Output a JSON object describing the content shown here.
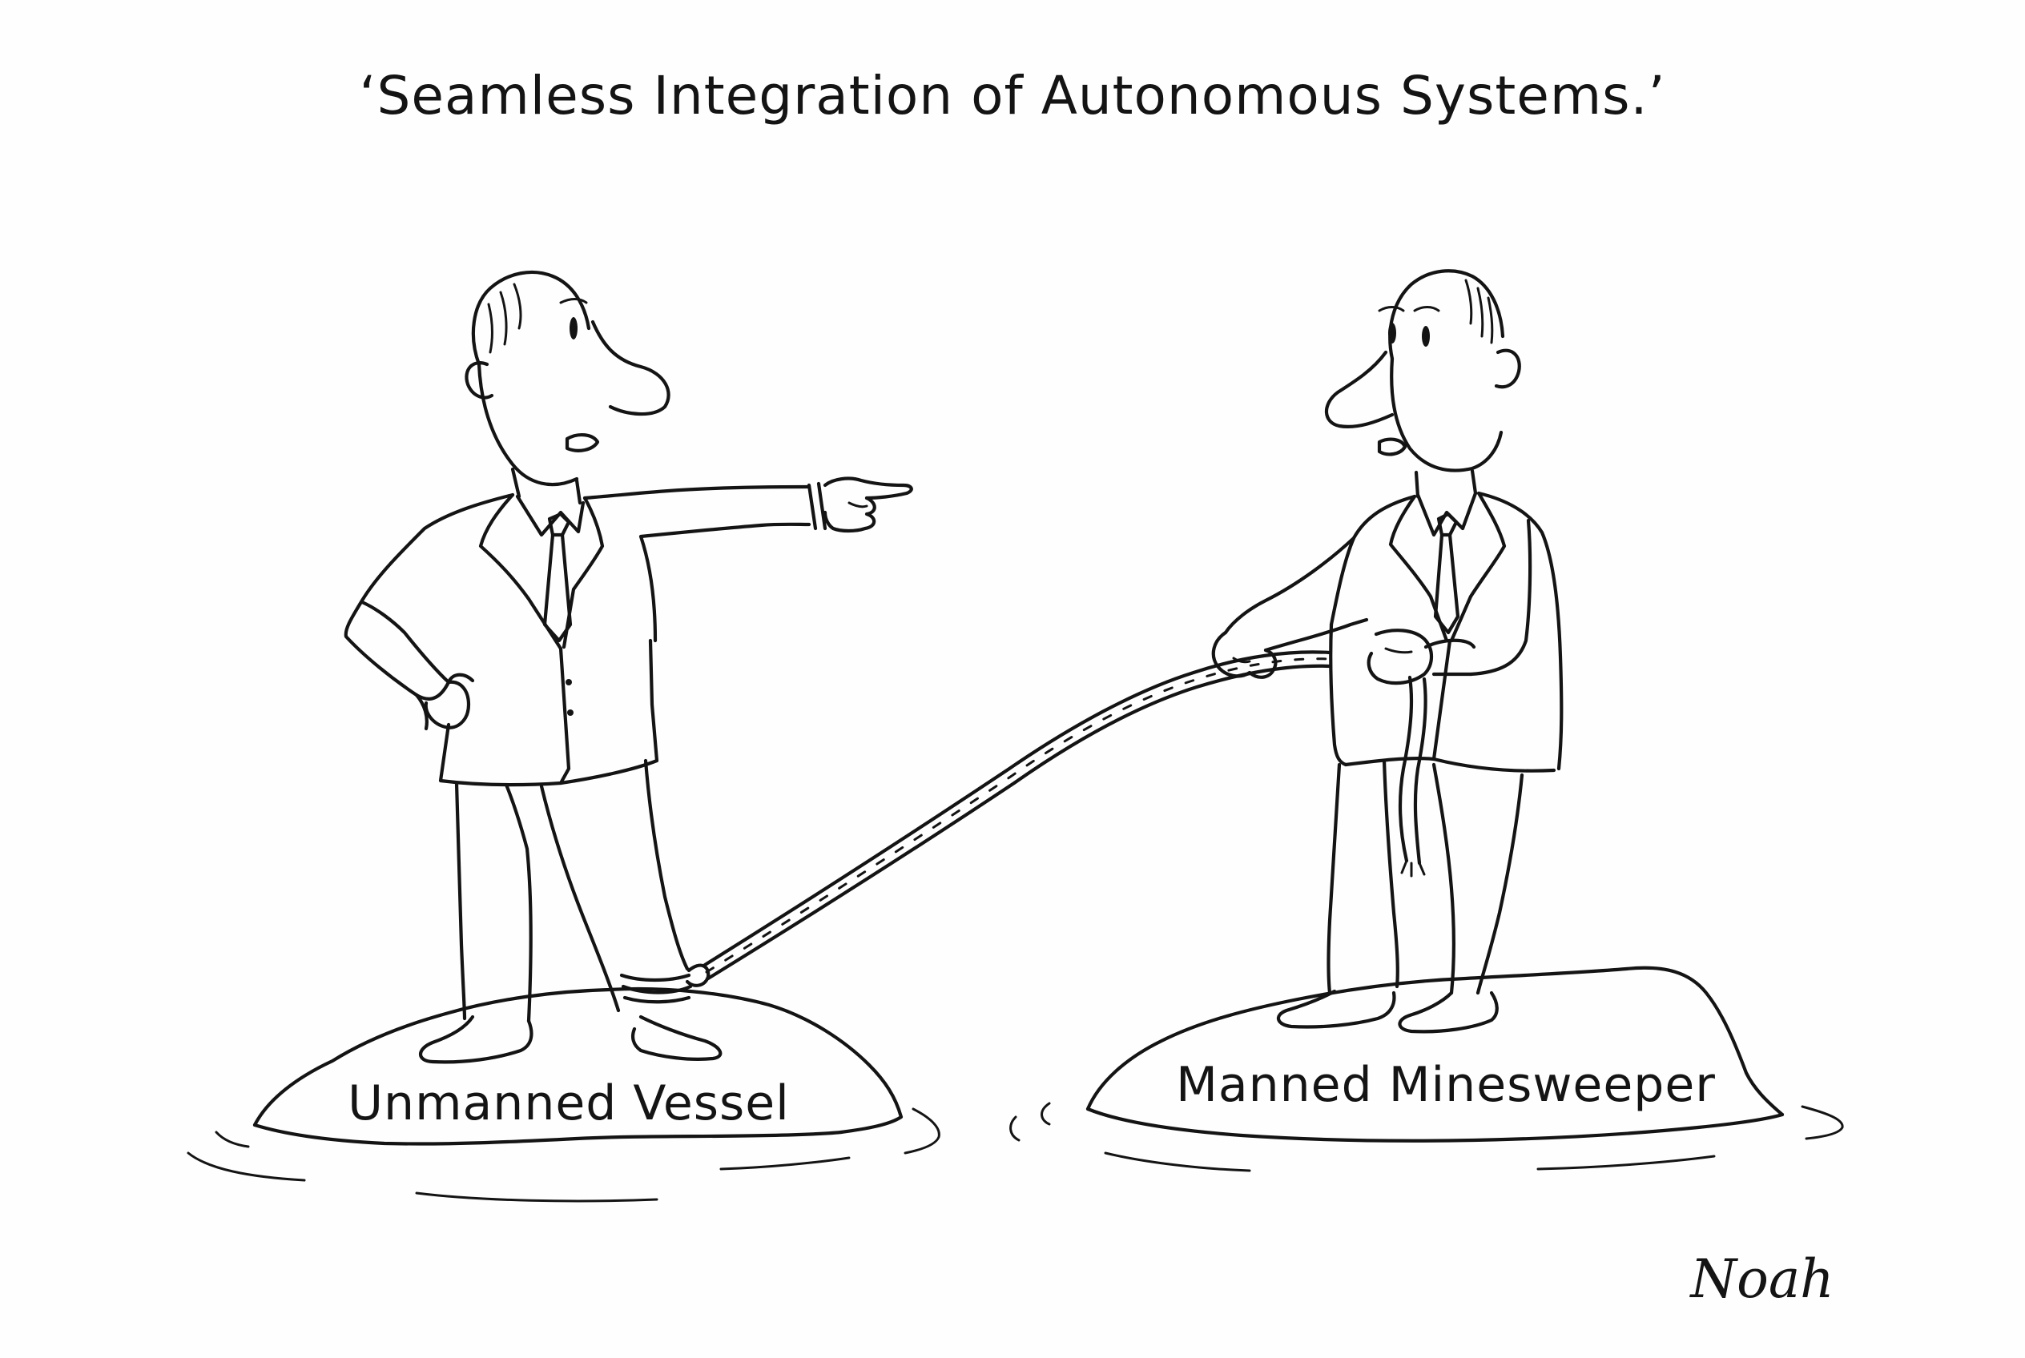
{
  "caption": "‘Seamless Integration of Autonomous Systems.’",
  "left_island_label": "Unmanned Vessel",
  "right_island_label": "Manned Minesweeper",
  "signature": "Noah",
  "colors": {
    "ink": "#141414",
    "paper": "#fefefe"
  }
}
